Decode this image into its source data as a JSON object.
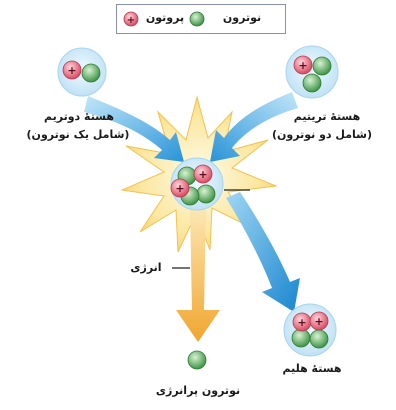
{
  "legend": {
    "proton_label": "پروتون",
    "neutron_label": "نوترون",
    "proton_sign": "+"
  },
  "deuterium": {
    "title": "هستهٔ دوتریم",
    "subtitle": "(شامل یک نوترون)"
  },
  "tritium": {
    "title": "هستهٔ تریتیم",
    "subtitle": "(شامل دو نوترون)"
  },
  "energy_label": "انرژی",
  "helium_label": "هستهٔ هلیم",
  "fast_neutron_label": "نوترون پرانرژی",
  "colors": {
    "proton": "#e36b7e",
    "neutron": "#5fae5f",
    "blue_arrow": "#2f9fde",
    "orange_arrow": "#f3b54c",
    "burst": "#fbe9a3",
    "nucleus_halo": "#cfe9f7"
  }
}
